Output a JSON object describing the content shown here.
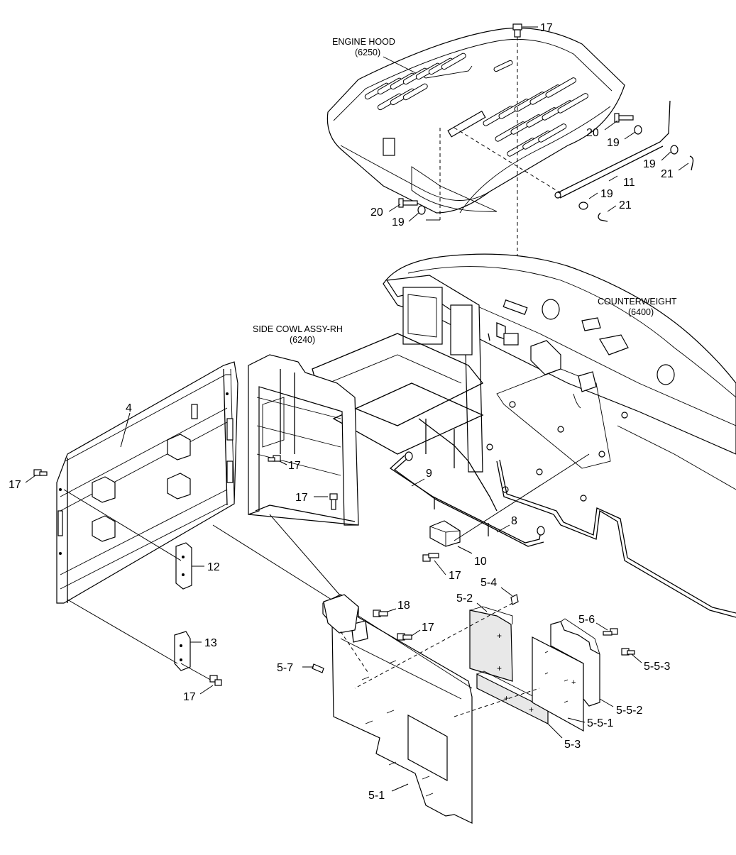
{
  "assembly_titles": {
    "engine_hood": "ENGINE HOOD",
    "engine_hood_code": "(6250)",
    "counterweight": "COUNTERWEIGHT",
    "counterweight_code": "(6400)",
    "side_cowl": "SIDE COWL ASSY-RH",
    "side_cowl_code": "(6240)"
  },
  "callouts": {
    "c17_top": "17",
    "c20_right": "20",
    "c19_right_a": "19",
    "c19_right_b": "19",
    "c21_right_a": "21",
    "c11": "11",
    "c19_right_c": "19",
    "c21_right_b": "21",
    "c20_left": "20",
    "c19_left": "19",
    "c4": "4",
    "c17_left": "17",
    "c17_mid": "17",
    "c17_mid2": "17",
    "c9": "9",
    "c8": "8",
    "c10": "10",
    "c17_low": "17",
    "c12": "12",
    "c13": "13",
    "c17_bottom": "17",
    "c5_4": "5-4",
    "c5_2": "5-2",
    "c18": "18",
    "c17_panel": "17",
    "c5_6": "5-6",
    "c5_5_3": "5-5-3",
    "c5_7": "5-7",
    "c5_5_2": "5-5-2",
    "c5_5_1": "5-5-1",
    "c5_3": "5-3",
    "c5_1": "5-1"
  }
}
